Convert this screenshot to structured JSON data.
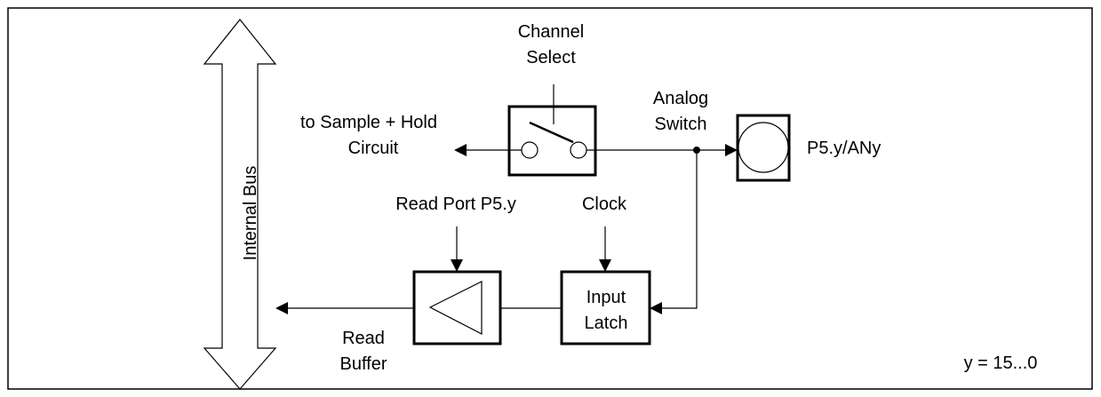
{
  "diagram": {
    "internal_bus": "Internal Bus",
    "channel_select": [
      "Channel",
      "Select"
    ],
    "sample_hold": [
      "to Sample + Hold",
      "Circuit"
    ],
    "analog_switch": [
      "Analog",
      "Switch"
    ],
    "pin": "P5.y/ANy",
    "read_port": "Read Port P5.y",
    "clock": "Clock",
    "input_latch": [
      "Input",
      "Latch"
    ],
    "read_buffer": [
      "Read",
      "Buffer"
    ],
    "range_note": "y = 15...0"
  }
}
